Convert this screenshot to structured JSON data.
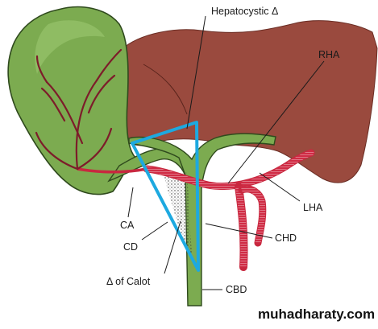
{
  "labels": {
    "hepatocystic": "Hepatocystic Δ",
    "rha": "RHA",
    "lha": "LHA",
    "ca": "CA",
    "cd": "CD",
    "chd": "CHD",
    "calot": "Δ of Calot",
    "cbd": "CBD"
  },
  "watermark": "muhadharaty.com",
  "colors": {
    "liver": "#9a4a3e",
    "gallbladder": "#7cab50",
    "gallbladder_outline": "#2f4a1d",
    "artery": "#c8283f",
    "triangle": "#1da9e0"
  }
}
